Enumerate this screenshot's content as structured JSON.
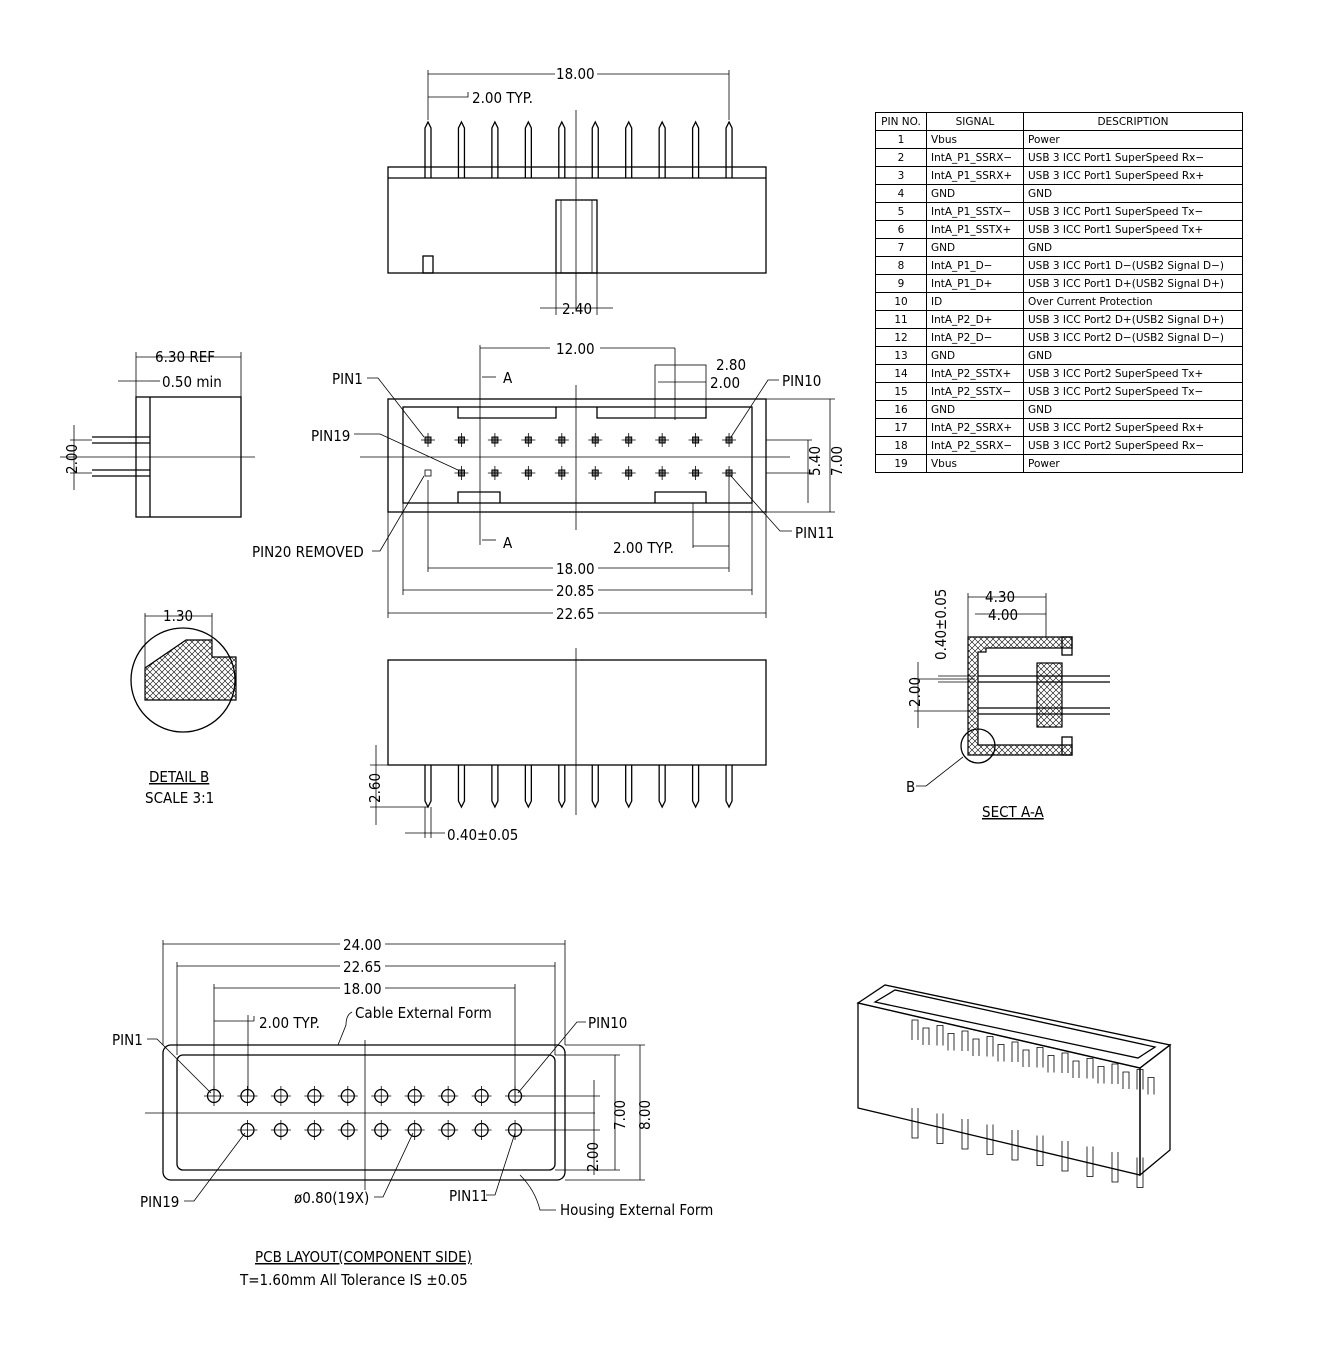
{
  "top_view": {
    "dim_total": "18.00",
    "dim_pitch": "2.00 TYP.",
    "dim_slot": "2.40"
  },
  "side_view": {
    "dim_ref": "6.30 REF",
    "dim_min": "0.50 min",
    "dim_row": "2.00"
  },
  "plan_view": {
    "dim_12": "12.00",
    "dim_280": "2.80",
    "dim_200": "2.00",
    "pin1": "PIN1",
    "pin10": "PIN10",
    "pin19": "PIN19",
    "pin11": "PIN11",
    "pin20": "PIN20 REMOVED",
    "section_a_top": "A",
    "section_a_bottom": "A",
    "dim_540": "5.40",
    "dim_700": "7.00",
    "dim_pitch": "2.00 TYP.",
    "dim_1800": "18.00",
    "dim_2085": "20.85",
    "dim_2265": "22.65"
  },
  "detail_b": {
    "dim": "1.30",
    "title": "DETAIL B",
    "scale": "SCALE 3:1"
  },
  "front_view": {
    "dim_260": "2.60",
    "dim_pin": "0.40±0.05"
  },
  "section": {
    "dim_430": "4.30",
    "dim_400": "4.00",
    "dim_pin": "0.40±0.05",
    "dim_row": "2.00",
    "b_label": "B",
    "title": "SECT A-A"
  },
  "pcb": {
    "dim_2400": "24.00",
    "dim_2265": "22.65",
    "dim_1800": "18.00",
    "dim_pitch": "2.00 TYP.",
    "cable_form": "Cable External Form",
    "pin1": "PIN1",
    "pin10": "PIN10",
    "dim_700": "7.00",
    "dim_800": "8.00",
    "dim_200": "2.00",
    "pin19": "PIN19",
    "hole": "ø0.80(19X)",
    "pin11": "PIN11",
    "housing_form": "Housing External Form",
    "title": "PCB LAYOUT(COMPONENT SIDE)",
    "note": "T=1.60mm All Tolerance IS ±0.05"
  },
  "pin_table": {
    "headers": [
      "PIN NO.",
      "SIGNAL",
      "DESCRIPTION"
    ],
    "rows": [
      [
        "1",
        "Vbus",
        "Power"
      ],
      [
        "2",
        "IntA_P1_SSRX−",
        "USB 3 ICC Port1 SuperSpeed Rx−"
      ],
      [
        "3",
        "IntA_P1_SSRX+",
        "USB 3 ICC Port1 SuperSpeed Rx+"
      ],
      [
        "4",
        "GND",
        "GND"
      ],
      [
        "5",
        "IntA_P1_SSTX−",
        "USB 3 ICC Port1 SuperSpeed Tx−"
      ],
      [
        "6",
        "IntA_P1_SSTX+",
        "USB 3 ICC Port1 SuperSpeed Tx+"
      ],
      [
        "7",
        "GND",
        "GND"
      ],
      [
        "8",
        "IntA_P1_D−",
        "USB 3 ICC Port1 D−(USB2 Signal D−)"
      ],
      [
        "9",
        "IntA_P1_D+",
        "USB 3 ICC Port1 D+(USB2 Signal D+)"
      ],
      [
        "10",
        "ID",
        "Over Current Protection"
      ],
      [
        "11",
        "IntA_P2_D+",
        "USB 3 ICC Port2 D+(USB2 Signal D+)"
      ],
      [
        "12",
        "IntA_P2_D−",
        "USB 3 ICC Port2 D−(USB2 Signal D−)"
      ],
      [
        "13",
        "GND",
        "GND"
      ],
      [
        "14",
        "IntA_P2_SSTX+",
        "USB 3 ICC Port2 SuperSpeed Tx+"
      ],
      [
        "15",
        "IntA_P2_SSTX−",
        "USB 3 ICC Port2 SuperSpeed Tx−"
      ],
      [
        "16",
        "GND",
        "GND"
      ],
      [
        "17",
        "IntA_P2_SSRX+",
        "USB 3 ICC Port2 SuperSpeed Rx+"
      ],
      [
        "18",
        "IntA_P2_SSRX−",
        "USB 3 ICC Port2 SuperSpeed Rx−"
      ],
      [
        "19",
        "Vbus",
        "Power"
      ]
    ]
  }
}
